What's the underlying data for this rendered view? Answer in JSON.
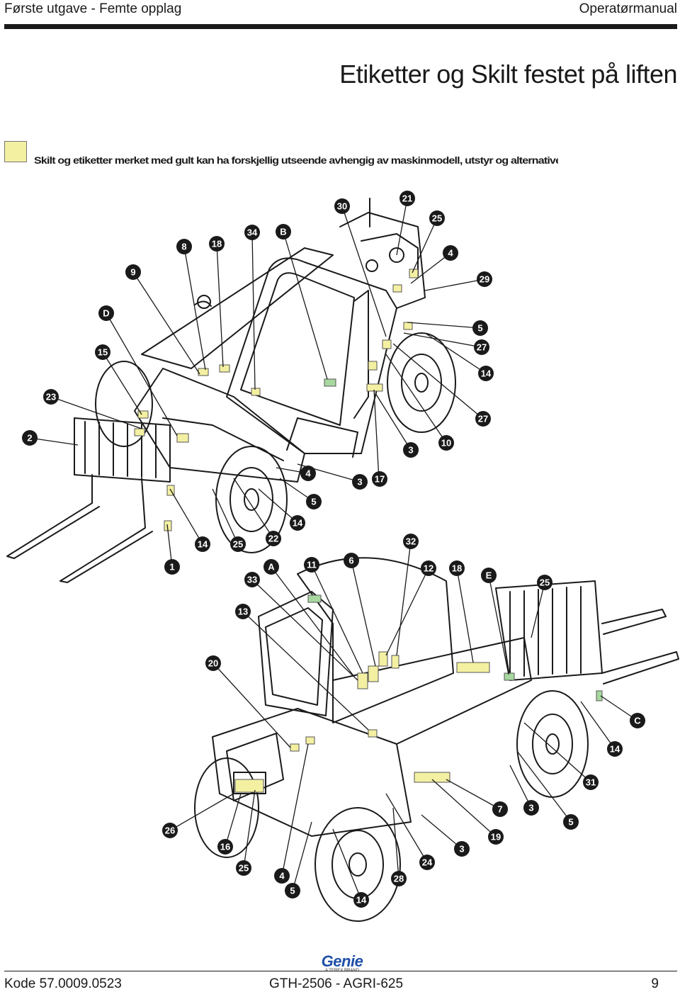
{
  "header": {
    "left": "Første utgave - Femte opplag",
    "right": "Operatørmanual"
  },
  "title": "Etiketter og Skilt festet på liften",
  "note": {
    "text": "Skilt og etiketter merket med gult kan ha forskjellig utseende avhengig av maskinmodell, utstyr og alternativer"
  },
  "colors": {
    "decal_yellow": "#f4f0a2",
    "decal_green": "#a8d8a0",
    "callout_fill": "#1a1a1a",
    "logo_blue": "#1f4fa8"
  },
  "callouts_top": [
    "30",
    "21",
    "25",
    "34",
    "B",
    "8",
    "18",
    "4",
    "9",
    "29",
    "D",
    "5",
    "15",
    "27",
    "14",
    "23",
    "27",
    "2",
    "3",
    "10",
    "4",
    "3",
    "17",
    "5",
    "14",
    "14",
    "25",
    "22",
    "1"
  ],
  "callouts_bottom": [
    "32",
    "A",
    "11",
    "6",
    "12",
    "18",
    "E",
    "25",
    "33",
    "13",
    "20",
    "C",
    "14",
    "31",
    "7",
    "3",
    "5",
    "26",
    "16",
    "19",
    "3",
    "24",
    "25",
    "4",
    "28",
    "5",
    "14"
  ],
  "footer": {
    "left": "Kode 57.0009.0523",
    "center": "GTH-2506 - AGRI-625",
    "page": "9",
    "logo_word": "Genie",
    "logo_sub": "A TEREX BRAND"
  }
}
